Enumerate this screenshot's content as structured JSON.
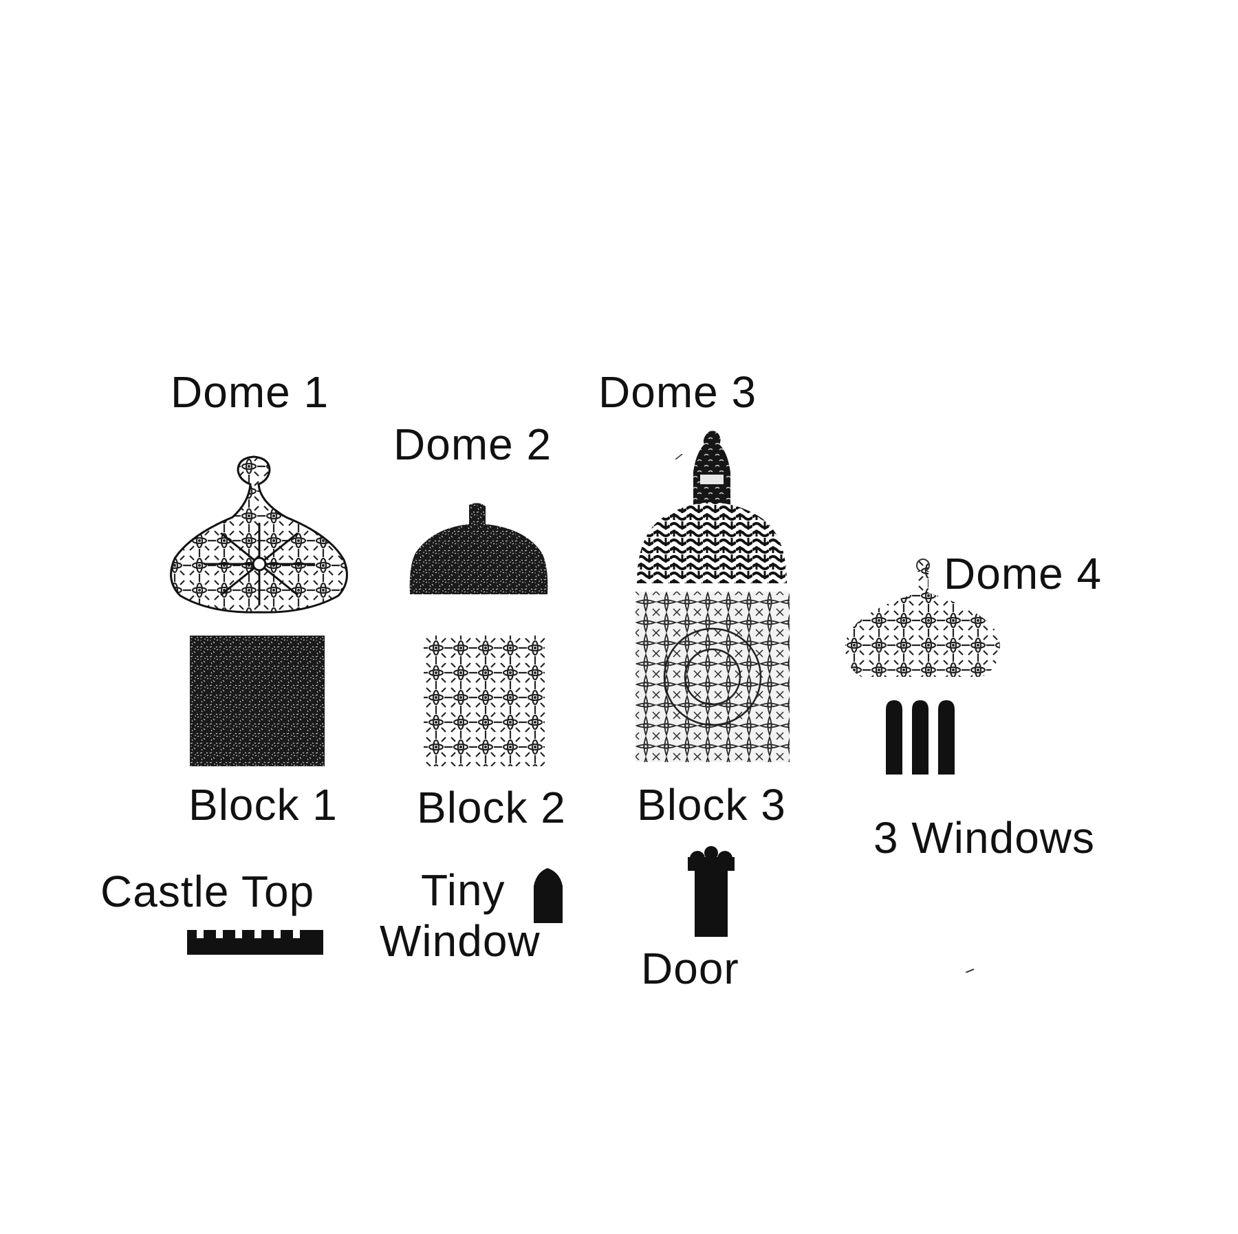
{
  "labels": {
    "dome1": "Dome 1",
    "dome2": "Dome 2",
    "dome3": "Dome 3",
    "dome4": "Dome 4",
    "block1": "Block 1",
    "block2": "Block 2",
    "block3": "Block 3",
    "three_windows": "3 Windows",
    "castle_top": "Castle Top",
    "tiny_window_line1": "Tiny",
    "tiny_window_line2": "Window",
    "door": "Door"
  },
  "colors": {
    "ink": "#111111",
    "paper": "#ffffff"
  }
}
